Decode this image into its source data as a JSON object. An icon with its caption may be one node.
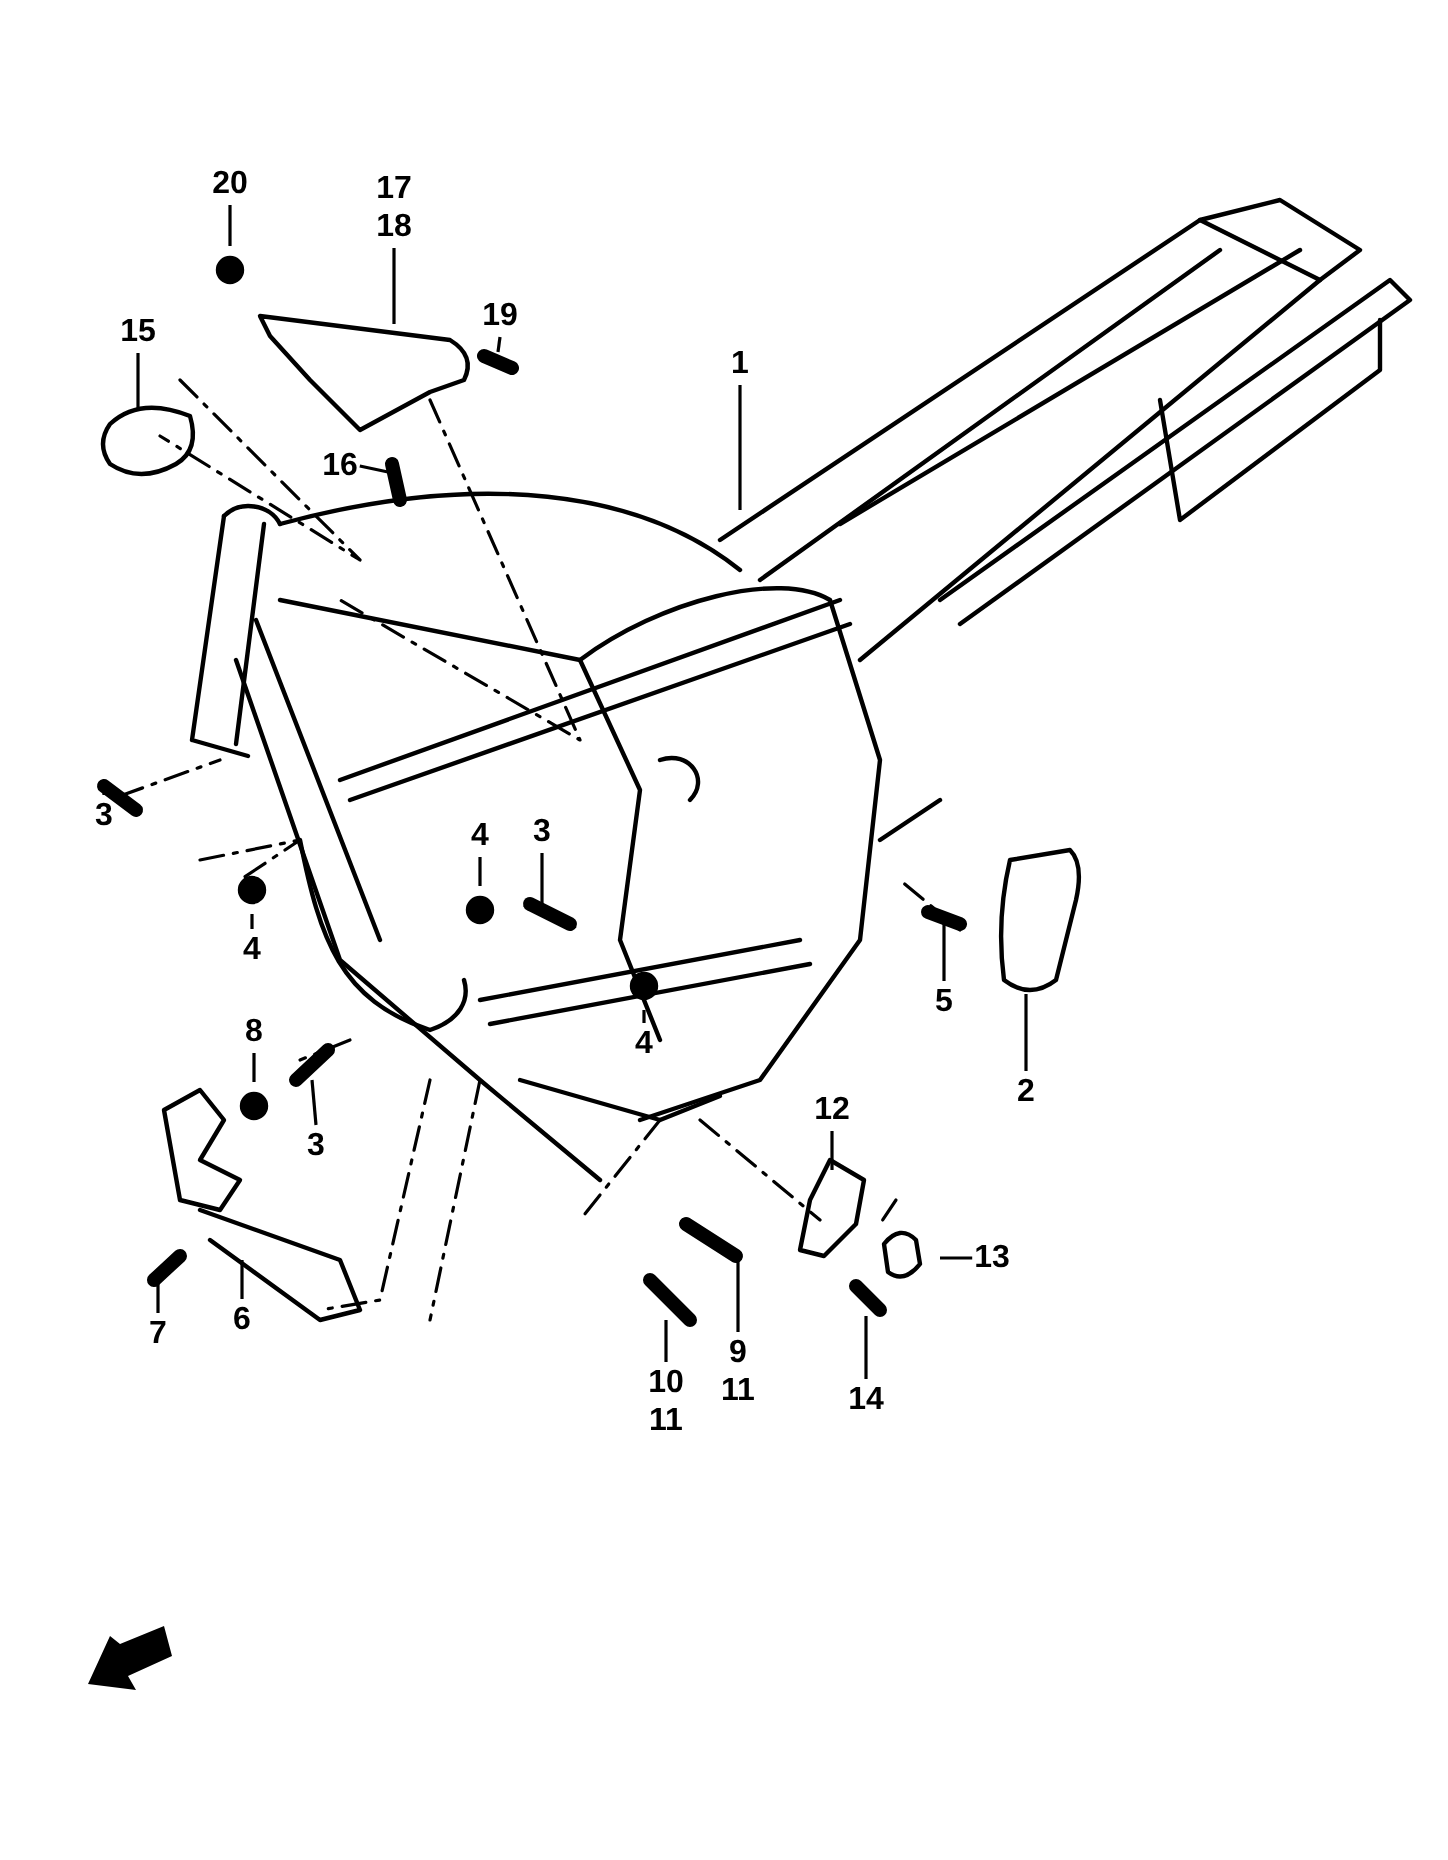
{
  "diagram": {
    "nodes": [
      {
        "text": [
          "20"
        ]
      },
      {
        "text": [
          "17",
          "18"
        ]
      },
      {
        "text": [
          "19"
        ]
      },
      {
        "text": [
          "15"
        ]
      },
      {
        "text": [
          "1"
        ]
      },
      {
        "text": [
          "16"
        ]
      },
      {
        "text": [
          "3"
        ]
      },
      {
        "text": [
          "4"
        ]
      },
      {
        "text": [
          "4"
        ]
      },
      {
        "text": [
          "3"
        ]
      },
      {
        "text": [
          "4"
        ]
      },
      {
        "text": [
          "5"
        ]
      },
      {
        "text": [
          "2"
        ]
      },
      {
        "text": [
          "8"
        ]
      },
      {
        "text": [
          "3"
        ]
      },
      {
        "text": [
          "7"
        ]
      },
      {
        "text": [
          "6"
        ]
      },
      {
        "text": [
          "12"
        ]
      },
      {
        "text": [
          "13"
        ]
      },
      {
        "text": [
          "9",
          "11"
        ]
      },
      {
        "text": [
          "10",
          "11"
        ]
      },
      {
        "text": [
          "14"
        ]
      }
    ],
    "edges": [
      {
        "from": 0,
        "to": null,
        "arrow": "none"
      },
      {
        "from": 1,
        "to": null,
        "arrow": "none"
      },
      {
        "from": 2,
        "to": null,
        "arrow": "none"
      },
      {
        "from": 3,
        "to": null,
        "arrow": "none"
      },
      {
        "from": 4,
        "to": null,
        "arrow": "none"
      },
      {
        "from": 5,
        "to": null,
        "arrow": "none"
      },
      {
        "from": 6,
        "to": null,
        "arrow": "none"
      },
      {
        "from": 7,
        "to": null,
        "arrow": "none"
      },
      {
        "from": 8,
        "to": null,
        "arrow": "none"
      },
      {
        "from": 9,
        "to": null,
        "arrow": "none"
      },
      {
        "from": 10,
        "to": null,
        "arrow": "none"
      },
      {
        "from": 11,
        "to": null,
        "arrow": "none"
      },
      {
        "from": 12,
        "to": null,
        "arrow": "none"
      },
      {
        "from": 13,
        "to": null,
        "arrow": "none"
      },
      {
        "from": 14,
        "to": null,
        "arrow": "none"
      },
      {
        "from": 15,
        "to": null,
        "arrow": "none"
      },
      {
        "from": 16,
        "to": null,
        "arrow": "none"
      },
      {
        "from": 17,
        "to": null,
        "arrow": "none"
      },
      {
        "from": 18,
        "to": null,
        "arrow": "none"
      },
      {
        "from": 19,
        "to": null,
        "arrow": "none"
      },
      {
        "from": 20,
        "to": null,
        "arrow": "none"
      },
      {
        "from": 21,
        "to": null,
        "arrow": "none"
      }
    ]
  }
}
